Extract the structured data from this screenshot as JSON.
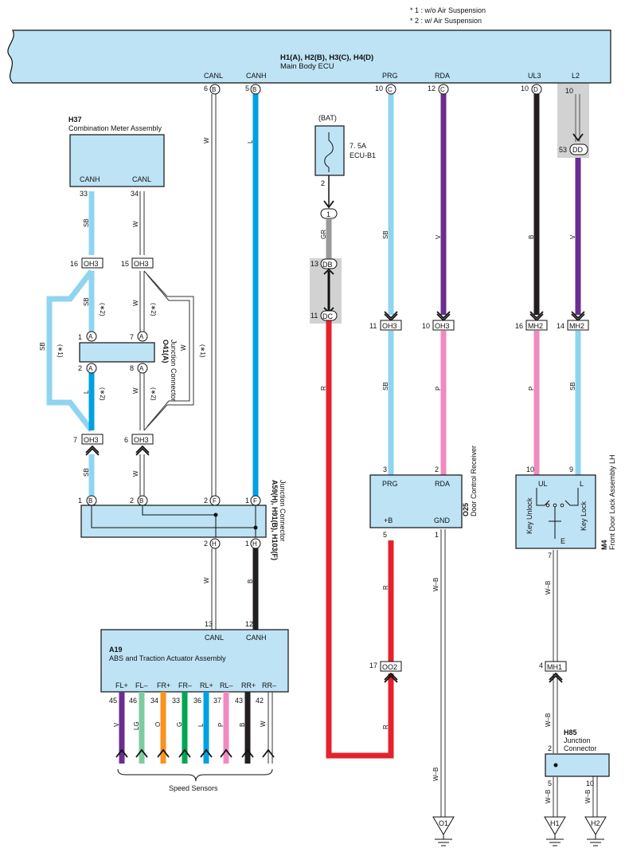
{
  "notes": {
    "n1": "* 1 : w/o Air Suspension",
    "n2": "* 2 : w/ Air Suspension"
  },
  "ecu": {
    "id": "H1(A), H2(B), H3(C), H4(D)",
    "name": "Main Body ECU",
    "pins": [
      {
        "name": "CANL",
        "num": "6",
        "letter": "B"
      },
      {
        "name": "CANH",
        "num": "5",
        "letter": "B"
      },
      {
        "name": "PRG",
        "num": "10",
        "letter": "C"
      },
      {
        "name": "RDA",
        "num": "12",
        "letter": "C"
      },
      {
        "name": "UL3",
        "num": "10",
        "letter": "D"
      },
      {
        "name": "L2",
        "num": "10",
        "letter": ""
      }
    ],
    "l2_connector": {
      "num": "53",
      "code": "DD"
    }
  },
  "combination_meter": {
    "id": "H37",
    "name": "Combination Meter Assembly",
    "pins": [
      {
        "name": "CANH",
        "num": "33"
      },
      {
        "name": "CANL",
        "num": "34"
      }
    ]
  },
  "fuse": {
    "source": "(BAT)",
    "rating": "7. 5A",
    "name": "ECU-B1",
    "pin_out": "2",
    "joint": "1"
  },
  "fuse_connectors": [
    {
      "num": "13",
      "code": "DB"
    },
    {
      "num": "11",
      "code": "DC"
    }
  ],
  "oh3_connectors": [
    {
      "num": "16",
      "code": "OH3"
    },
    {
      "num": "15",
      "code": "OH3"
    },
    {
      "num": "7",
      "code": "OH3"
    },
    {
      "num": "6",
      "code": "OH3"
    },
    {
      "num": "11",
      "code": "OH3"
    },
    {
      "num": "10",
      "code": "OH3"
    }
  ],
  "mh2_connectors": [
    {
      "num": "16",
      "code": "MH2"
    },
    {
      "num": "14",
      "code": "MH2"
    }
  ],
  "o41": {
    "id": "O41(A)",
    "name": "Junction Connector",
    "pins": [
      {
        "num": "1",
        "letter": "A"
      },
      {
        "num": "7",
        "letter": "A"
      },
      {
        "num": "2",
        "letter": "A"
      },
      {
        "num": "8",
        "letter": "A"
      }
    ]
  },
  "junction_a59": {
    "id": "A59(H), H91(B), H103(F)",
    "name": "Junction Connector",
    "top_pins": [
      {
        "num": "1",
        "letter": "B"
      },
      {
        "num": "2",
        "letter": "B"
      },
      {
        "num": "2",
        "letter": "F"
      },
      {
        "num": "1",
        "letter": "F"
      }
    ],
    "bottom_pins": [
      {
        "num": "2",
        "letter": "H"
      },
      {
        "num": "1",
        "letter": "H"
      }
    ]
  },
  "abs": {
    "id": "A19",
    "name": "ABS and Traction Actuator Assembly",
    "top_pins": [
      {
        "name": "CANL",
        "num": "13"
      },
      {
        "name": "CANH",
        "num": "12"
      }
    ],
    "sensor_pins": [
      {
        "name": "FL+",
        "num": "45",
        "wire": "V",
        "color": "#6a2d91"
      },
      {
        "name": "FL–",
        "num": "46",
        "wire": "LG",
        "color": "#7ecba1"
      },
      {
        "name": "FR+",
        "num": "34",
        "wire": "O",
        "color": "#f7931e"
      },
      {
        "name": "FR–",
        "num": "33",
        "wire": "G",
        "color": "#00a651"
      },
      {
        "name": "RL+",
        "num": "36",
        "wire": "L",
        "color": "#00a0e3"
      },
      {
        "name": "RL–",
        "num": "37",
        "wire": "P",
        "color": "#f08ac0"
      },
      {
        "name": "RR+",
        "num": "43",
        "wire": "B",
        "color": "#231f20"
      },
      {
        "name": "RR–",
        "num": "42",
        "wire": "W",
        "color": "#ffffff"
      }
    ],
    "sensors_label": "Speed Sensors"
  },
  "door_receiver": {
    "id": "O25",
    "name": "Door Control Receiver",
    "pins": [
      {
        "name": "PRG",
        "num": "3"
      },
      {
        "name": "RDA",
        "num": "2"
      },
      {
        "name": "+B",
        "num": "5"
      },
      {
        "name": "GND",
        "num": "1"
      }
    ]
  },
  "door_lock": {
    "id": "M4",
    "name": "Front Door Lock Assembly LH",
    "pins": [
      {
        "name": "UL",
        "num": "10"
      },
      {
        "name": "L",
        "num": "9"
      },
      {
        "name": "E",
        "num": "7"
      }
    ],
    "switch_left": "Key Unlock",
    "switch_right": "Key Lock"
  },
  "oo2": {
    "num": "17",
    "code": "OO2"
  },
  "mh1": {
    "num": "4",
    "code": "MH1"
  },
  "h85": {
    "id": "H85",
    "name": "Junction Connector",
    "pin_in": "2",
    "pins_out": [
      "5",
      "10"
    ]
  },
  "grounds": [
    "O1",
    "H1",
    "H2"
  ],
  "wire_labels": {
    "canl_ecu": "W",
    "canh_ecu": "L",
    "meter_canh": "SB",
    "meter_canl": "W",
    "sb_star2": "SB",
    "w_star2": "W",
    "sb_star1": "SB",
    "w_star1": "W",
    "l_star2": "L",
    "w_star2_b": "W",
    "jc_sb": "SB",
    "jc_w": "W",
    "abs_canl": "W",
    "abs_canh": "B",
    "gr": "GR",
    "r_main": "R",
    "r_lower": "R",
    "r_bottom": "R",
    "prg_upper": "SB",
    "prg_lower": "SB",
    "rda_upper": "V",
    "rda_lower": "P",
    "ul3_upper": "B",
    "ul3_lower": "P",
    "l2_upper": "V",
    "l2_lower": "SB",
    "gnd_wb1": "W–B",
    "gnd_wb2": "W–B",
    "e_wb": "W–B",
    "mh1_wb": "W–B",
    "h85_wb1": "W–B",
    "h85_wb2": "W–B"
  },
  "star_labels": {
    "s2": "(∗2)",
    "s1": "(∗1)"
  },
  "colors": {
    "fill": "#bde3f5",
    "sb": "#8fd4f0",
    "l": "#00a0e3",
    "v": "#6a2d91",
    "p": "#f08ac0",
    "r": "#e4222b",
    "b": "#231f20",
    "gr": "#9a9a9a",
    "lg": "#7ecba1",
    "o": "#f7931e",
    "g": "#00a651",
    "grey_bg": "#d2d2d2"
  }
}
